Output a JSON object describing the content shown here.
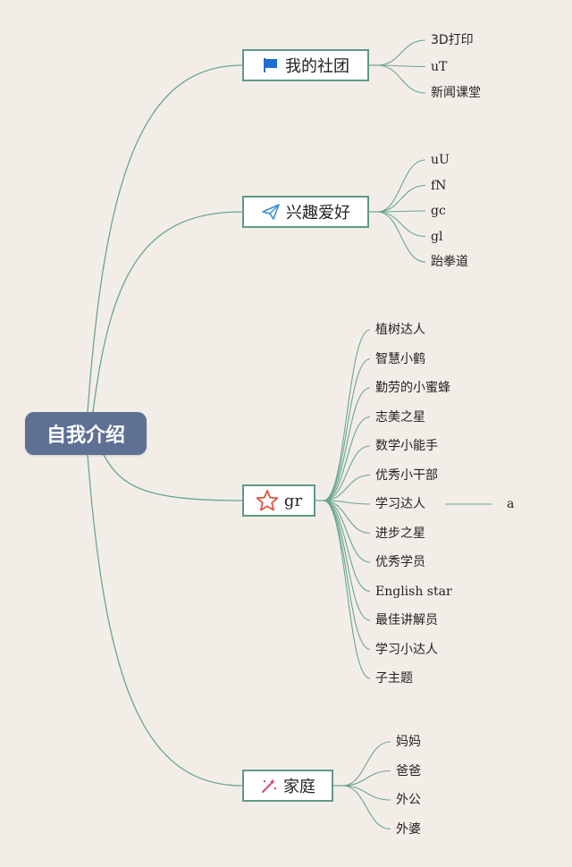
{
  "root": {
    "label": "自我介绍"
  },
  "branches": [
    {
      "key": "club",
      "label": "我的社团",
      "icon": "flag-icon",
      "children": [
        "3D打印",
        "uT",
        "新闻课堂"
      ]
    },
    {
      "key": "hobby",
      "label": "兴趣爱好",
      "icon": "paper-plane-icon",
      "children": [
        "uU",
        "fN",
        "gc",
        "gl",
        "跆拳道"
      ]
    },
    {
      "key": "honors",
      "label": "gr",
      "icon": "star-icon",
      "children": [
        "植树达人",
        "智慧小鹤",
        "勤劳的小蜜蜂",
        "志美之星",
        "数学小能手",
        "优秀小干部",
        "学习达人",
        "进步之星",
        "优秀学员",
        "English star",
        "最佳讲解员",
        "学习小达人",
        "子主题"
      ],
      "sub": {
        "parent": "学习达人",
        "children": [
          "a"
        ]
      }
    },
    {
      "key": "family",
      "label": "家庭",
      "icon": "magic-wand-icon",
      "children": [
        "妈妈",
        "爸爸",
        "外公",
        "外婆"
      ]
    }
  ],
  "colors": {
    "background": "#f3ede8",
    "root": "#5e7195",
    "branch_border": "#5f9a86",
    "link": "#6aa690"
  }
}
